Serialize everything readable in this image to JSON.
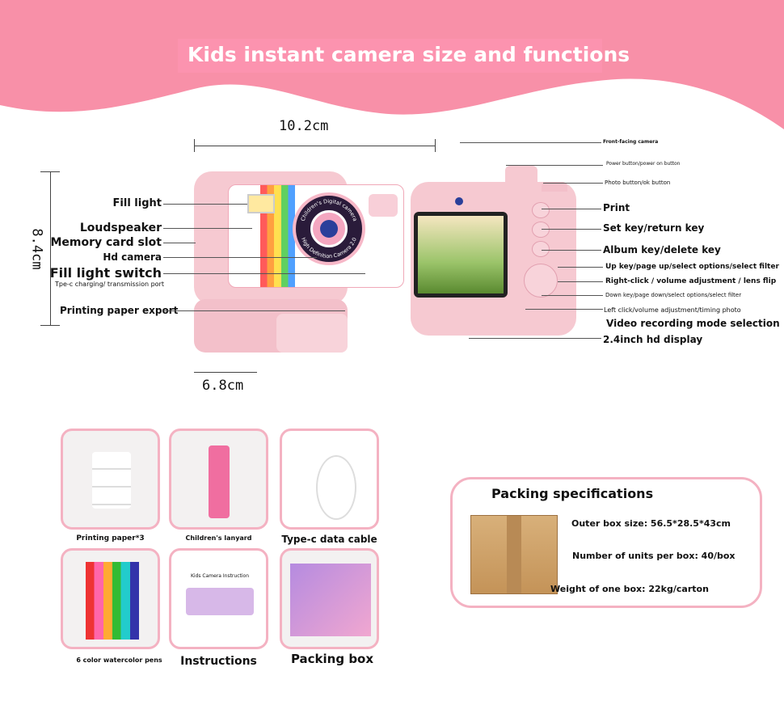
{
  "header": {
    "title": "Kids instant camera size and functions"
  },
  "dimensions": {
    "width": "10.2cm",
    "height": "8.4cm",
    "depth": "6.8cm"
  },
  "left_labels": [
    "Fill light",
    "Loudspeaker",
    "Memory card slot",
    "Hd camera",
    "Fill light switch",
    "Tpe-c charging/ transmission port",
    "Printing paper export"
  ],
  "right_labels": [
    "Front-facing camera",
    "Power button/power on button",
    "Photo button/ok button",
    "Print",
    "Set key/return key",
    "Album key/delete key",
    "Up key/page up/select options/select filter",
    "Right-click / volume adjustment / lens flip",
    "Down key/page down/select options/select filter",
    "Left click/volume adjustment/timing photo",
    "Video recording mode selection",
    "2.4inch hd display"
  ],
  "camera_text": {
    "ring_top": "Children's Digital camera",
    "ring_bottom": "High Definition Camera 2.0"
  },
  "accessories": [
    {
      "label": "Printing paper*3"
    },
    {
      "label": "Children's lanyard"
    },
    {
      "label": "Type-c data cable"
    },
    {
      "label": "6 color watercolor pens"
    },
    {
      "label": "Instructions"
    },
    {
      "label": "Packing box"
    }
  ],
  "manual_title": "Kids Camera Instruction",
  "packing": {
    "title": "Packing specifications",
    "outer_box": "Outer box size: 56.5*28.5*43cm",
    "units": "Number of units per box: 40/box",
    "weight": "Weight of one box: 22kg/carton"
  },
  "colors": {
    "pink": "#f890a8",
    "camera": "#f6c9d1",
    "border": "#f4b2c2"
  }
}
